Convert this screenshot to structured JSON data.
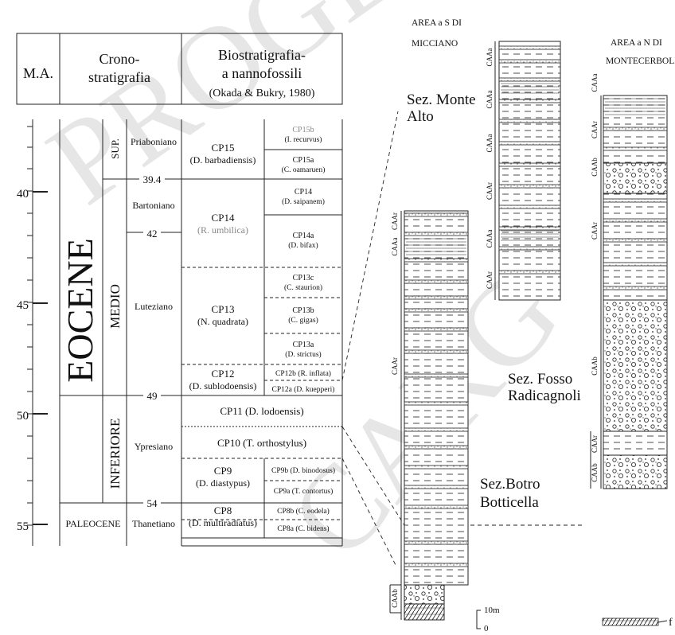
{
  "header": {
    "ma": "M.A.",
    "crono_line1": "Crono-",
    "crono_line2": "stratigrafia",
    "bio_line1": "Biostratigrafia-",
    "bio_line2": "a nannofossili",
    "bio_ref": "(Okada & Bukry, 1980)"
  },
  "ages": {
    "eocene": "EOCENE",
    "paleocene": "PALEOCENE",
    "sup": "SUP.",
    "medio": "MEDIO",
    "inferiore": "INFERIORE",
    "priaboniano": "Priaboniano",
    "bartoniano": "Bartoniano",
    "luteziano": "Luteziano",
    "ypresiano": "Ypresiano",
    "thanetiano": "Thanetiano"
  },
  "boundaries": {
    "b394": "39.4",
    "b42": "42",
    "b49": "49",
    "b54": "54"
  },
  "ma_ticks": [
    "40",
    "45",
    "50",
    "55"
  ],
  "zones": {
    "cp15": "CP15",
    "cp15_sp": "(D. barbadiensis)",
    "cp14": "CP14",
    "cp14_sp": "(R. umbilica)",
    "cp13": "CP13",
    "cp13_sp": "(N. quadrata)",
    "cp12": "CP12",
    "cp12_sp": "(D. sublodoensis)",
    "cp11": "CP11 (D. lodoensis)",
    "cp10": "CP10 (T. orthostylus)",
    "cp9": "CP9",
    "cp9_sp": "(D. diastypus)",
    "cp8": "CP8",
    "cp8_sp": "(D. multiradiatus)"
  },
  "subzones": {
    "cp15b": "CP15b",
    "cp15b_sp": "(I. recurvus)",
    "cp15a": "CP15a",
    "cp15a_sp": "(C. oamaruen)",
    "cp14b": "CP14",
    "cp14b_sp": "(D. saipanem)",
    "cp14a": "CP14a",
    "cp14a_sp": "(D. bifax)",
    "cp13c": "CP13c",
    "cp13c_sp": "(C. staurion)",
    "cp13b": "CP13b",
    "cp13b_sp": "(C. gigas)",
    "cp13a": "CP13a",
    "cp13a_sp": "(D. strictus)",
    "cp12b": "CP12b  (R. inflata)",
    "cp12a": "CP12a (D. kuepperi)",
    "cp9b": "CP9b (D. binodosus)",
    "cp9a": "CP9a (T. contortus)",
    "cp8b": "CP8b  (C. eodela)",
    "cp8a": "CP8a (C. bidens)"
  },
  "sections": {
    "area_s_1": "AREA a S DI",
    "area_s_2": "MICCIANO",
    "area_n_1": "AREA a N DI",
    "area_n_2": "MONTECERBOLI",
    "monte_alto_1": "Sez. Monte",
    "monte_alto_2": "Alto",
    "fosso_1": "Sez. Fosso",
    "fosso_2": "Radicagnoli",
    "botro_1": "Sez.Botro",
    "botro_2": "Botticella"
  },
  "units": {
    "caaa": "CAAa",
    "caar": "CAAr",
    "caab": "CAAb"
  },
  "scale": {
    "label": "10m",
    "zero": "0",
    "legend_f": "f"
  },
  "watermark": [
    "PROGE",
    "CARG"
  ]
}
